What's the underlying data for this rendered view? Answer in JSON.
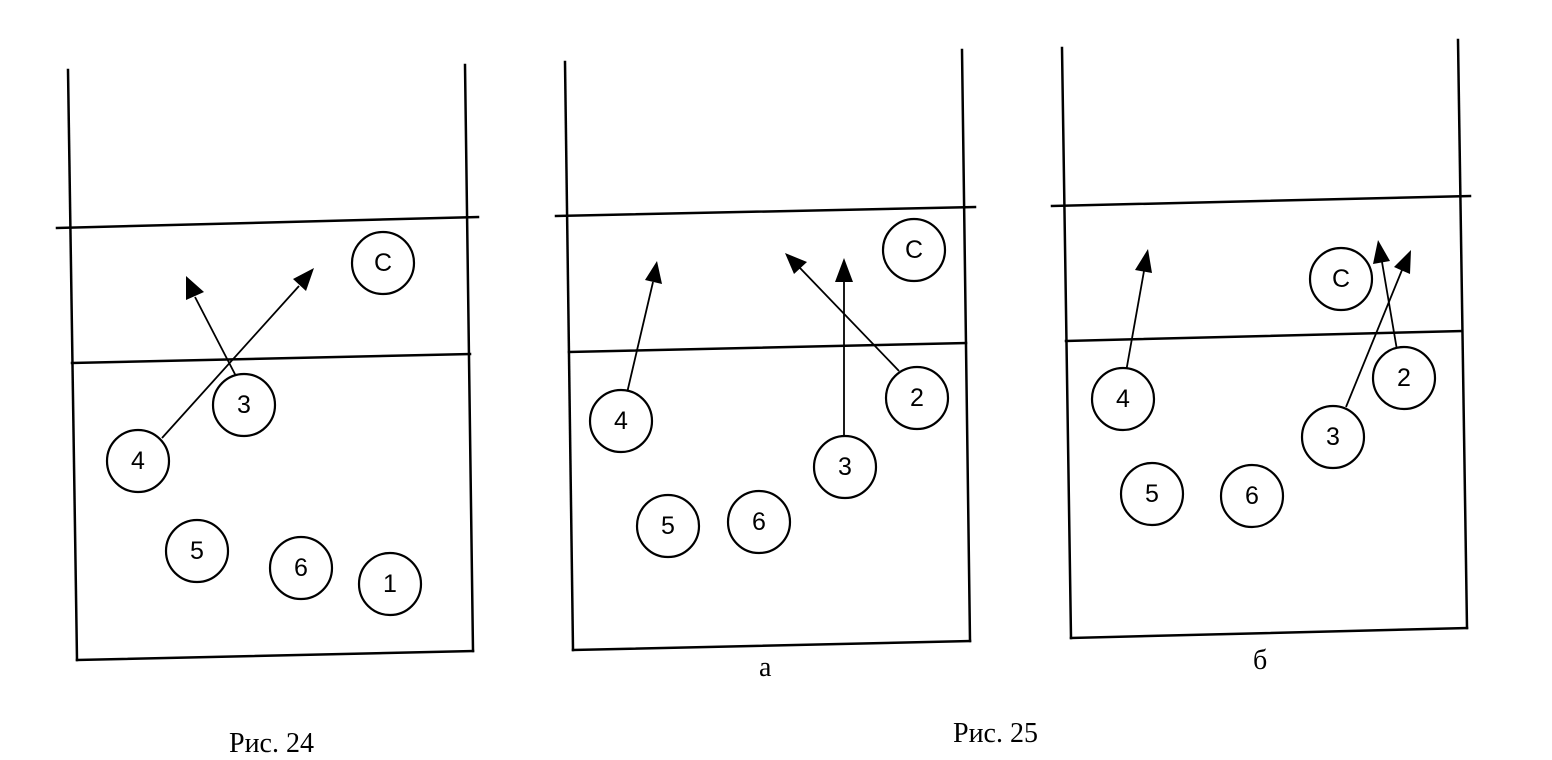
{
  "captions": {
    "fig24": "Рис. 24",
    "fig25": "Рис. 25",
    "sub_a": "а",
    "sub_b": "б"
  },
  "diagrams": [
    {
      "id": "fig24",
      "players": [
        {
          "label": "C",
          "role": "setter"
        },
        {
          "label": "3"
        },
        {
          "label": "4"
        },
        {
          "label": "5"
        },
        {
          "label": "6"
        },
        {
          "label": "1"
        }
      ],
      "arrows": [
        {
          "from": "3",
          "direction": "up-left"
        },
        {
          "from": "4",
          "direction": "up-right"
        }
      ]
    },
    {
      "id": "fig25a",
      "players": [
        {
          "label": "C",
          "role": "setter"
        },
        {
          "label": "4"
        },
        {
          "label": "2"
        },
        {
          "label": "3"
        },
        {
          "label": "5"
        },
        {
          "label": "6"
        }
      ],
      "arrows": [
        {
          "from": "4",
          "direction": "up"
        },
        {
          "from": "2",
          "direction": "up-left"
        },
        {
          "from": "3",
          "direction": "up"
        }
      ]
    },
    {
      "id": "fig25b",
      "players": [
        {
          "label": "C",
          "role": "setter"
        },
        {
          "label": "4"
        },
        {
          "label": "2"
        },
        {
          "label": "3"
        },
        {
          "label": "5"
        },
        {
          "label": "6"
        }
      ],
      "arrows": [
        {
          "from": "4",
          "direction": "up"
        },
        {
          "from": "2",
          "direction": "up-left"
        },
        {
          "from": "3",
          "direction": "up-right"
        }
      ]
    }
  ]
}
